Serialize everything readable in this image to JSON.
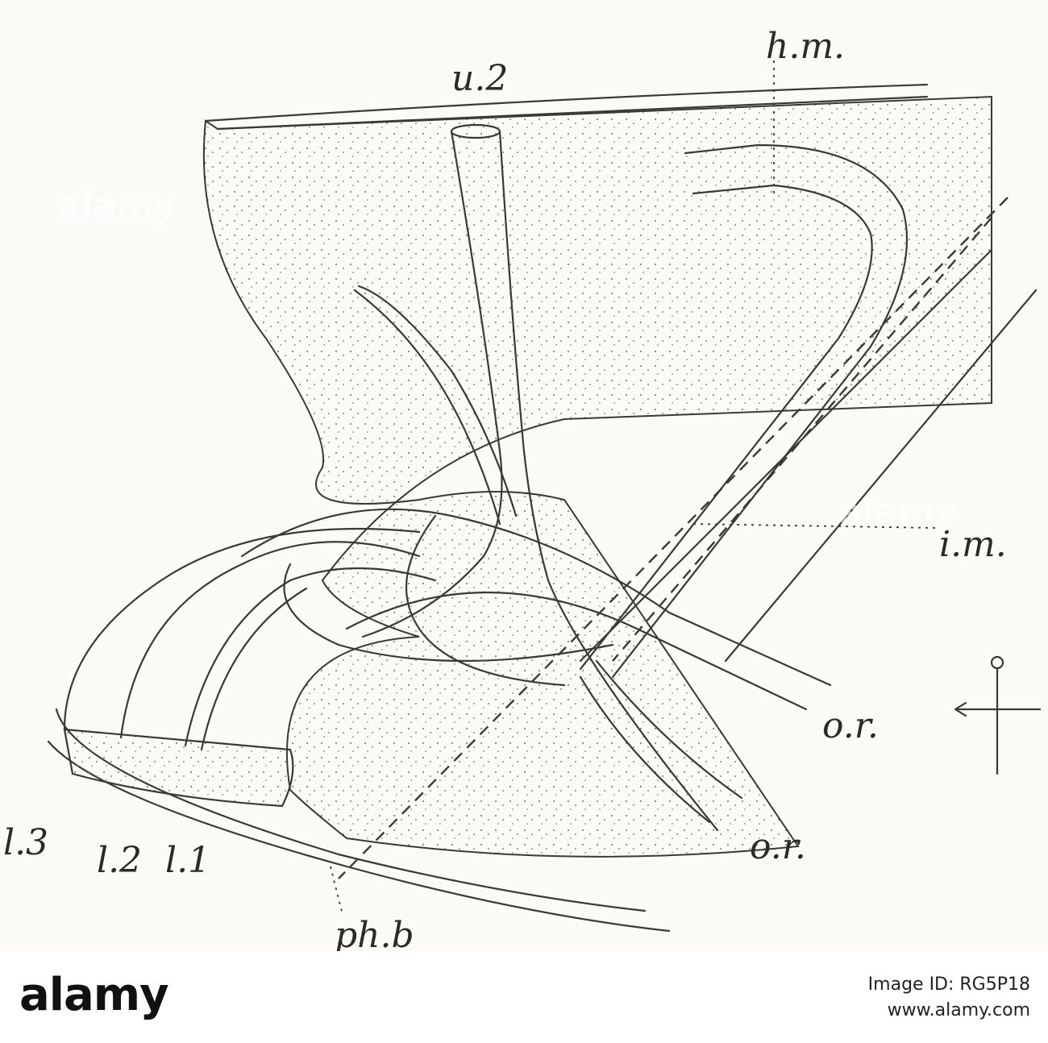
{
  "figure": {
    "labels": {
      "hm": "h.m.",
      "u2": "u.2",
      "im": "i.m.",
      "or_upper": "o.r.",
      "or_lower": "o.r.",
      "l3": "l.3",
      "l2": "l.2",
      "l1": "l.1",
      "phb": "ph.b"
    }
  },
  "footer": {
    "brand": "alamy",
    "image_id_line": "Image ID: RG5P18",
    "url": "www.alamy.com"
  },
  "watermark": "alamy"
}
